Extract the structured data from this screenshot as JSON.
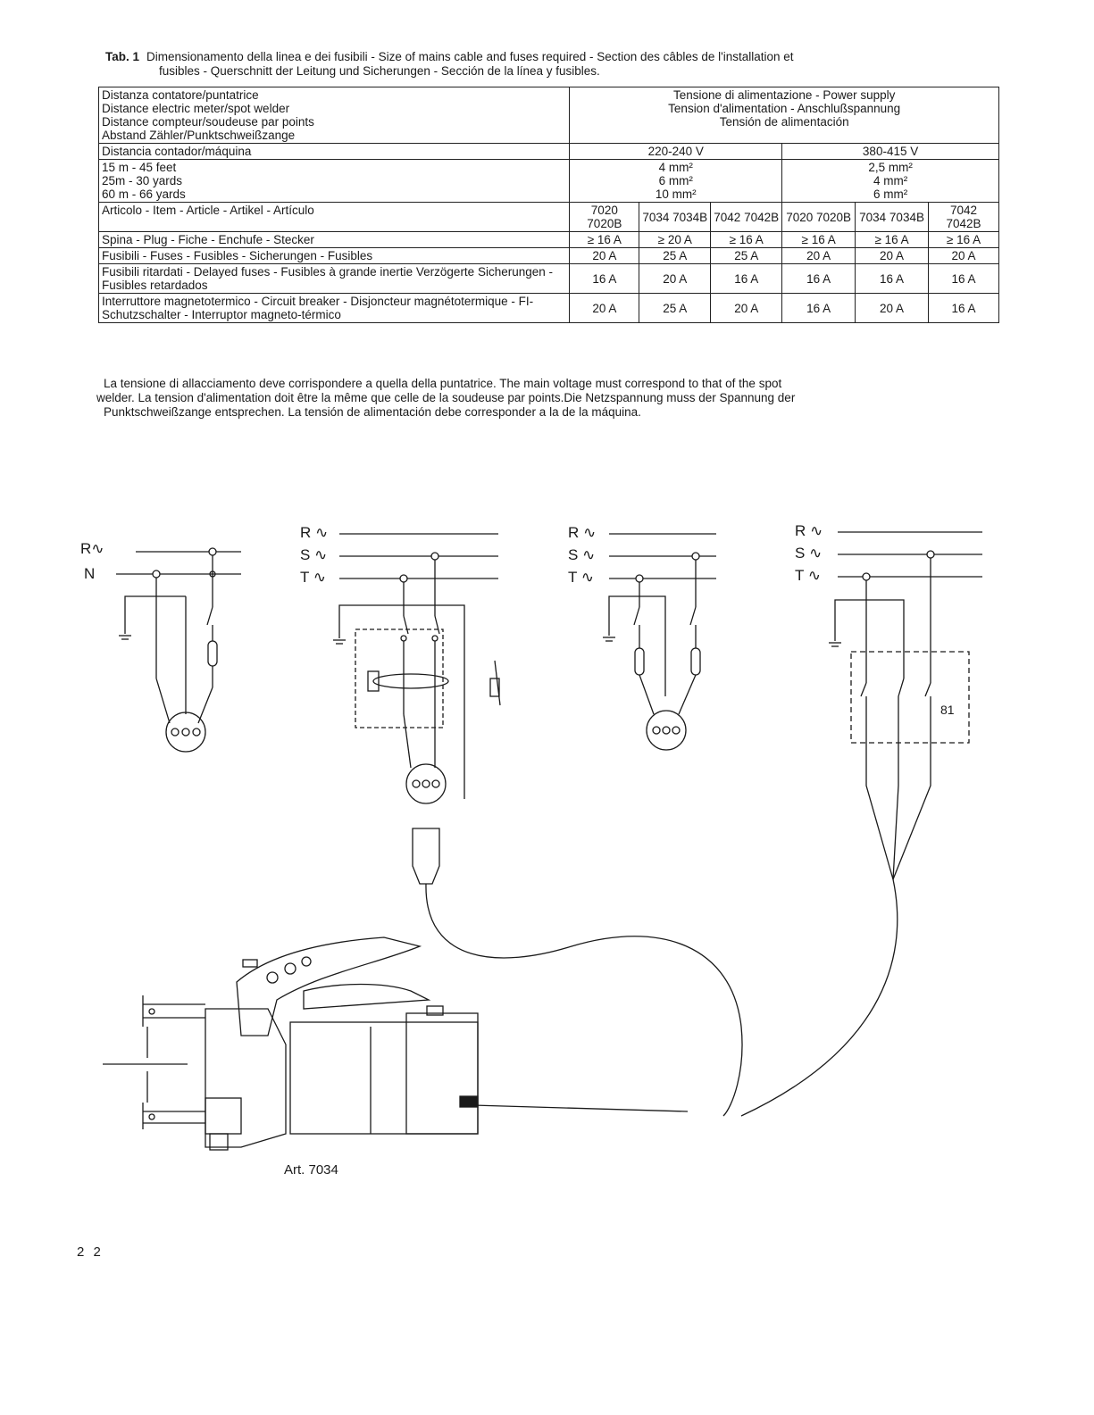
{
  "caption": {
    "tab": "Tab. 1",
    "line1": "Dimensionamento della linea e dei fusibili - Size of mains cable and fuses required - Section des câbles de l'installation et",
    "line2": "fusibles - Querschnitt der Leitung und Sicherungen - Sección de la línea y fusibles."
  },
  "table": {
    "distance_header": [
      "Distanza contatore/puntatrice",
      "Distance electric meter/spot welder",
      "Distance compteur/soudeuse par points",
      "Abstand Zähler/Punktschweißzange",
      "Distancia contador/máquina"
    ],
    "voltage_header": [
      "Tensione di alimentazione - Power supply",
      "Tension d'alimentation - Anschlußspannung",
      "Tensión de alimentación"
    ],
    "voltage_groups": [
      "220-240 V",
      "380-415 V"
    ],
    "distances": [
      "15 m - 45 feet",
      "25m - 30 yards",
      "60 m - 66 yards"
    ],
    "sections_220": [
      "4 mm²",
      "6 mm²",
      "10 mm²"
    ],
    "sections_380": [
      "2,5 mm²",
      "4 mm²",
      "6 mm²"
    ],
    "rows": [
      {
        "label": "Articolo - Item - Article - Artikel - Artículo",
        "cells": [
          "7020 7020B",
          "7034 7034B",
          "7042 7042B",
          "7020 7020B",
          "7034 7034B",
          "7042 7042B"
        ]
      },
      {
        "label": "Spina - Plug - Fiche - Enchufe - Stecker",
        "cells": [
          "≥ 16 A",
          "≥ 20 A",
          "≥ 16 A",
          "≥ 16 A",
          "≥ 16 A",
          "≥ 16 A"
        ]
      },
      {
        "label": "Fusibili - Fuses - Fusibles - Sicherungen - Fusibles",
        "cells": [
          "20 A",
          "25 A",
          "25 A",
          "20 A",
          "20 A",
          "20 A"
        ]
      },
      {
        "label": "Fusibili ritardati - Delayed fuses - Fusibles à grande inertie Verzögerte Sicherungen - Fusibles retardados",
        "cells": [
          "16 A",
          "20 A",
          "16 A",
          "16 A",
          "16 A",
          "16 A"
        ]
      },
      {
        "label": "Interruttore magnetotermico - Circuit breaker - Disjoncteur magnétotermique - FI-Schutzschalter - Interruptor magneto-térmico",
        "cells": [
          "20 A",
          "25 A",
          "20 A",
          "16 A",
          "20 A",
          "16 A"
        ]
      }
    ]
  },
  "note": {
    "line1": "La tensione di allacciamento deve corrispondere a quella della puntatrice. The main voltage must correspond to that of the spot",
    "line2": "welder. La tension d'alimentation doit être la même que celle de la soudeuse par points.Die Netzspannung muss der Spannung der",
    "line3": "Punktschweißzange entsprechen. La tensión de alimentación debe corresponder a la de la máquina."
  },
  "diagram": {
    "single_phase_labels": [
      "R∿",
      "N"
    ],
    "three_phase_labels": [
      "R ∿",
      "S ∿",
      "T ∿"
    ],
    "breaker_label": "81",
    "art_caption": "Art. 7034"
  },
  "page_number": "2 2"
}
